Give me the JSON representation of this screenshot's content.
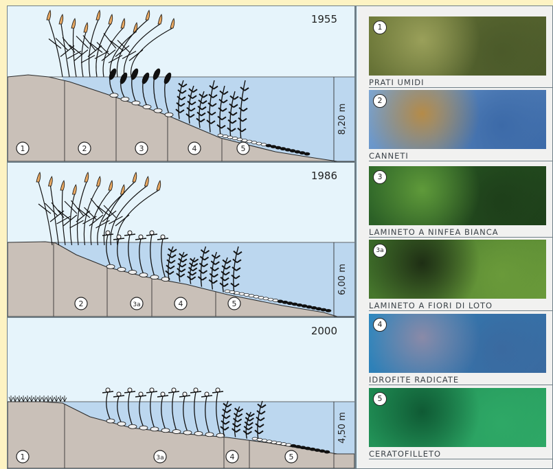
{
  "panels": [
    {
      "year": "1955",
      "depth": "8,20 m",
      "zones": [
        "1",
        "2",
        "3",
        "4",
        "5"
      ]
    },
    {
      "year": "1986",
      "depth": "6,00 m",
      "zones": [
        "2",
        "3a",
        "4",
        "5"
      ]
    },
    {
      "year": "2000",
      "depth": "4,50 m",
      "zones": [
        "1",
        "3a",
        "4",
        "5"
      ]
    }
  ],
  "legend": [
    {
      "num": "1",
      "label": "PRATI UMIDI",
      "colors": [
        "#6f7a3a",
        "#9aa05a",
        "#4b5a2a"
      ]
    },
    {
      "num": "2",
      "label": "CANNETI",
      "colors": [
        "#7aa6d6",
        "#b58b48",
        "#3c6aa8"
      ]
    },
    {
      "num": "3",
      "label": "LAMINETO A NINFEA BIANCA",
      "colors": [
        "#2f6a2a",
        "#5f9a3a",
        "#1e3f1a"
      ]
    },
    {
      "num": "3a",
      "label": "LAMINETO A FIORI DI LOTO",
      "colors": [
        "#3a6a28",
        "#1e2e14",
        "#6a9a3a"
      ]
    },
    {
      "num": "4",
      "label": "IDROFITE RADICATE",
      "colors": [
        "#2a88c0",
        "#8a8aa8",
        "#3a6aa0"
      ]
    },
    {
      "num": "5",
      "label": "CERATOFILLETO",
      "colors": [
        "#1e8a52",
        "#0f5a34",
        "#2ea866"
      ]
    }
  ],
  "colors": {
    "frame_bg": "#e6f4fb",
    "water": "#bcd7ef",
    "ground": "#c9c0b8",
    "reed_flower": "#e7a863"
  }
}
